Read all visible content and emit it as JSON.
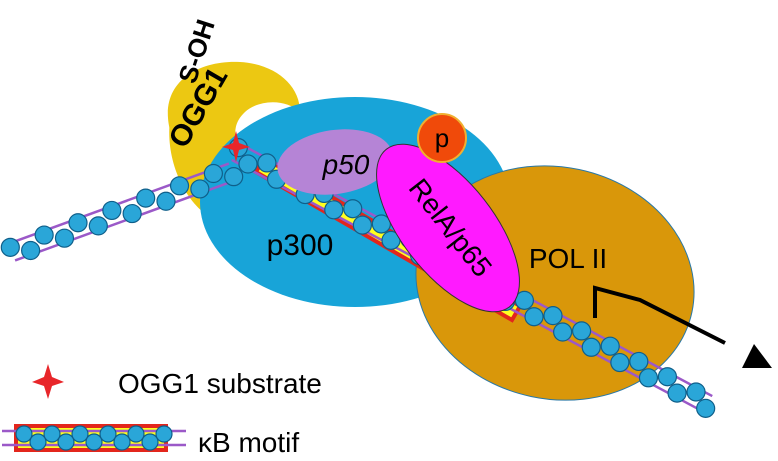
{
  "labels": {
    "s_oh": "S-OH",
    "ogg1": "OGG1",
    "p": "p",
    "p50": "p50",
    "rela_p65": "RelA/p65",
    "p300": "p300",
    "pol_ii": "POL II"
  },
  "legend": {
    "substrate": "OGG1 substrate",
    "motif": "κB motif"
  },
  "colors": {
    "ogg1": "#ecc812",
    "p300": "#18a4d8",
    "pol_ii": "#d9970a",
    "p50": "#b584d6",
    "rela": "#ff1aff",
    "phospho": "#f04a0a",
    "bead": "#2aa6d8",
    "bead_stroke": "#0f5f8a",
    "strand": "#9b59c8",
    "motif_fill": "#ffff20",
    "motif_border": "#e3261c",
    "star": "#e8262a"
  }
}
